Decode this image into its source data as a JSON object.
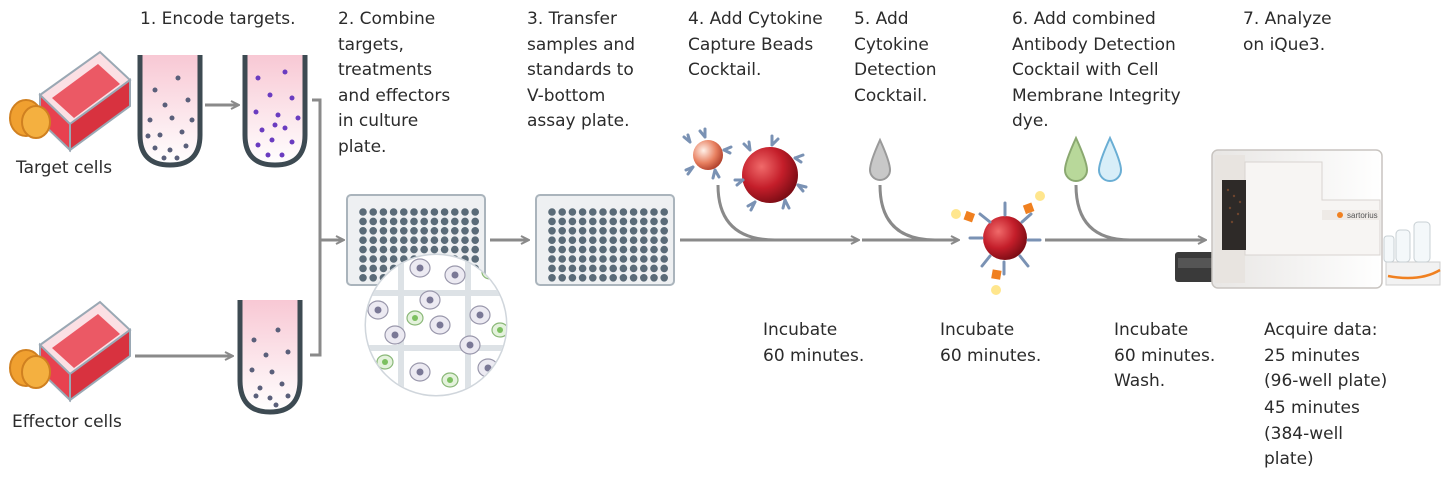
{
  "steps": [
    {
      "label": "1. Encode targets."
    },
    {
      "label": "2. Combine\ntargets,\ntreatments\nand effectors\nin culture\nplate."
    },
    {
      "label": "3. Transfer\nsamples and\nstandards to\nV-bottom\nassay plate."
    },
    {
      "label": "4. Add Cytokine\nCapture Beads\nCocktail."
    },
    {
      "label": "5. Add\nCytokine\nDetection\nCocktail."
    },
    {
      "label": "6. Add combined\nAntibody Detection\nCocktail with Cell\nMembrane Integrity\ndye."
    },
    {
      "label": "7. Analyze\non iQue3."
    }
  ],
  "cells": {
    "target": "Target cells",
    "effector": "Effector cells"
  },
  "incubations": [
    "Incubate\n60 minutes.",
    "Incubate\n60 minutes.",
    "Incubate\n60 minutes.\nWash."
  ],
  "acquire": {
    "heading": "Acquire data:\n25 minutes\n(96-well plate)",
    "detail": "45 minutes\n(384-well\nplate)"
  },
  "instrument": {
    "brand": "sartorius"
  },
  "colors": {
    "flask": "#e8414f",
    "cap": "#f0a030",
    "tube_outline": "#3d4a52",
    "tube_fill": "#f9d6de",
    "arrow": "#8a8a8a",
    "plate_well": "#5a6b78",
    "bead": "#c41e2a",
    "drop_green": "#b8d89a",
    "drop_blue": "#a8d4ec",
    "drop_gray": "#c8c8c8",
    "instrument_accent": "#f08020"
  }
}
